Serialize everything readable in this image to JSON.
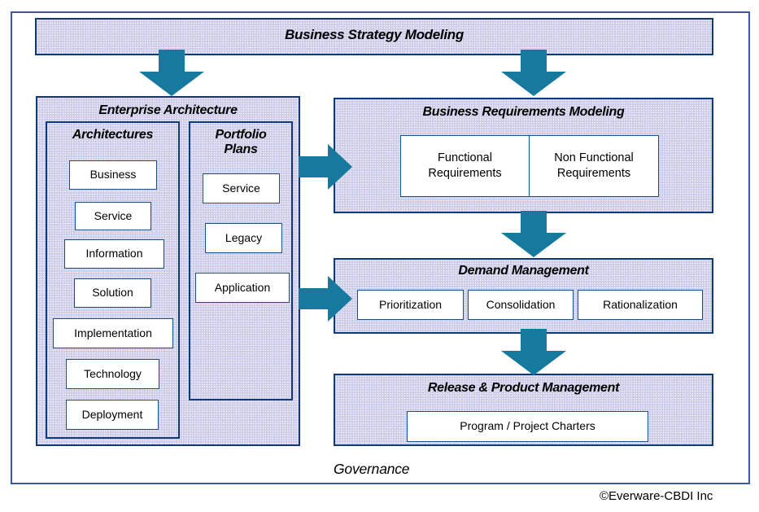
{
  "page": {
    "governance_label": "Governance",
    "copyright": "©Everware-CBDI Inc"
  },
  "colors": {
    "panel_fill": "#cbcbeb",
    "panel_border": "#0f3a75",
    "box_border": "#1b4f82",
    "outer_frame_border": "#3b57a5",
    "arrow": "#16799e"
  },
  "banner": {
    "title": "Business Strategy Modeling"
  },
  "enterprise_architecture": {
    "title": "Enterprise Architecture",
    "architectures": {
      "title": "Architectures",
      "items": [
        "Business",
        "Service",
        "Information",
        "Solution",
        "Implementation",
        "Technology",
        "Deployment"
      ]
    },
    "portfolio_plans": {
      "title": "Portfolio Plans",
      "items": [
        "Service",
        "Legacy",
        "Application"
      ]
    }
  },
  "business_requirements": {
    "title": "Business Requirements Modeling",
    "items": [
      "Functional Requirements",
      "Non Functional Requirements"
    ]
  },
  "demand_management": {
    "title": "Demand Management",
    "items": [
      "Prioritization",
      "Consolidation",
      "Rationalization"
    ]
  },
  "release_product_management": {
    "title": "Release & Product Management",
    "items": [
      "Program / Project Charters"
    ]
  }
}
